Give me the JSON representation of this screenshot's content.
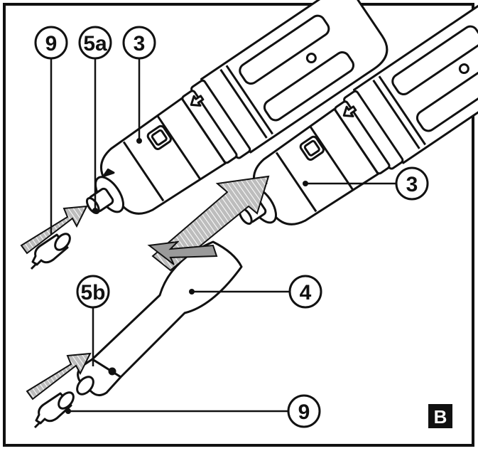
{
  "callouts": {
    "bit_top": "9",
    "holder_top": "5a",
    "button_left": "3",
    "button_right": "3",
    "extension": "4",
    "holder_bottom": "5b",
    "bit_bottom": "9"
  },
  "panel_badge": "B",
  "colors": {
    "ink": "#111111",
    "arrow_fill": "#9a9a9a",
    "badge_bg": "#111111",
    "badge_text": "#ffffff",
    "paper": "#ffffff"
  }
}
